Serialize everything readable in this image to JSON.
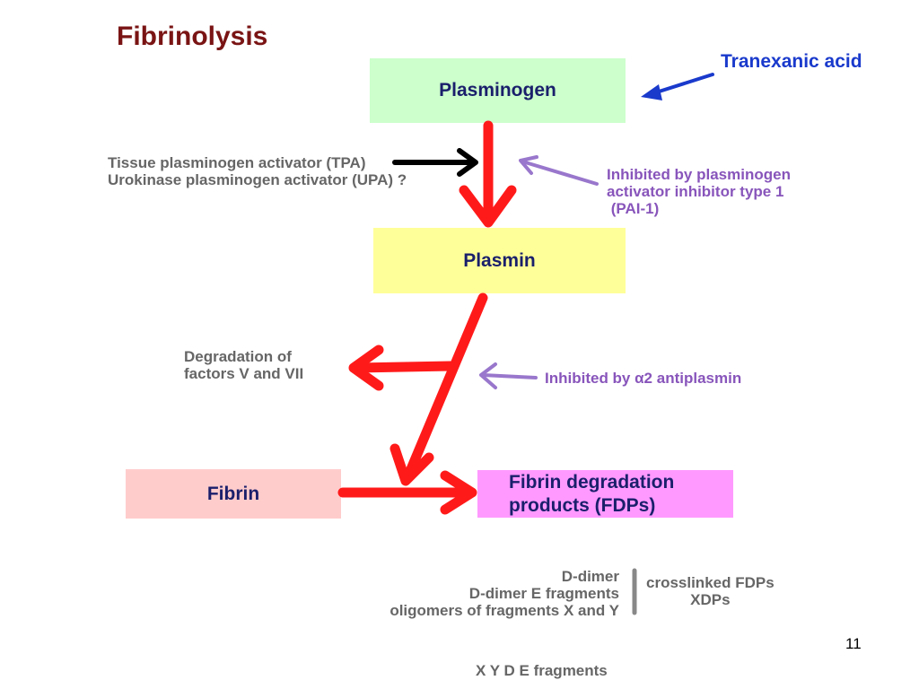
{
  "title": "Fibrinolysis",
  "nodes": {
    "plasminogen": "Plasminogen",
    "plasmin": "Plasmin",
    "fibrin": "Fibrin",
    "fdp_line1": "Fibrin degradation",
    "fdp_line2": "products (FDPs)"
  },
  "labels": {
    "tranexamic": "Tranexanic acid",
    "tpa_line1": "Tissue plasminogen activator (TPA)",
    "tpa_line2": "Urokinase plasminogen activator (UPA) ?",
    "pai_line1": "Inhibited by plasminogen",
    "pai_line2": "activator inhibitor type 1",
    "pai_line3": " (PAI-1)",
    "deg_line1": "Degradation of",
    "deg_line2": "factors V and VII",
    "alpha": "Inhibited by α2 antiplasmin",
    "ddimer_line1": "D-dimer",
    "ddimer_line2": "D-dimer E fragments",
    "ddimer_line3": "oligomers of fragments X and Y",
    "xdps_line1": "crosslinked FDPs",
    "xdps_line2": "XDPs",
    "xyde": "X Y D E fragments",
    "page_number": "11"
  },
  "colors": {
    "title": "#7a1414",
    "activation_arrow": "#ff1a1a",
    "inhibition_arrow": "#9977cc",
    "tranexamic_arrow": "#1a3acc",
    "plasminogen_box": "#ccffcc",
    "plasmin_box": "#ffff99",
    "fibrin_box": "#ffcccc",
    "fdp_box": "#ff99ff"
  }
}
